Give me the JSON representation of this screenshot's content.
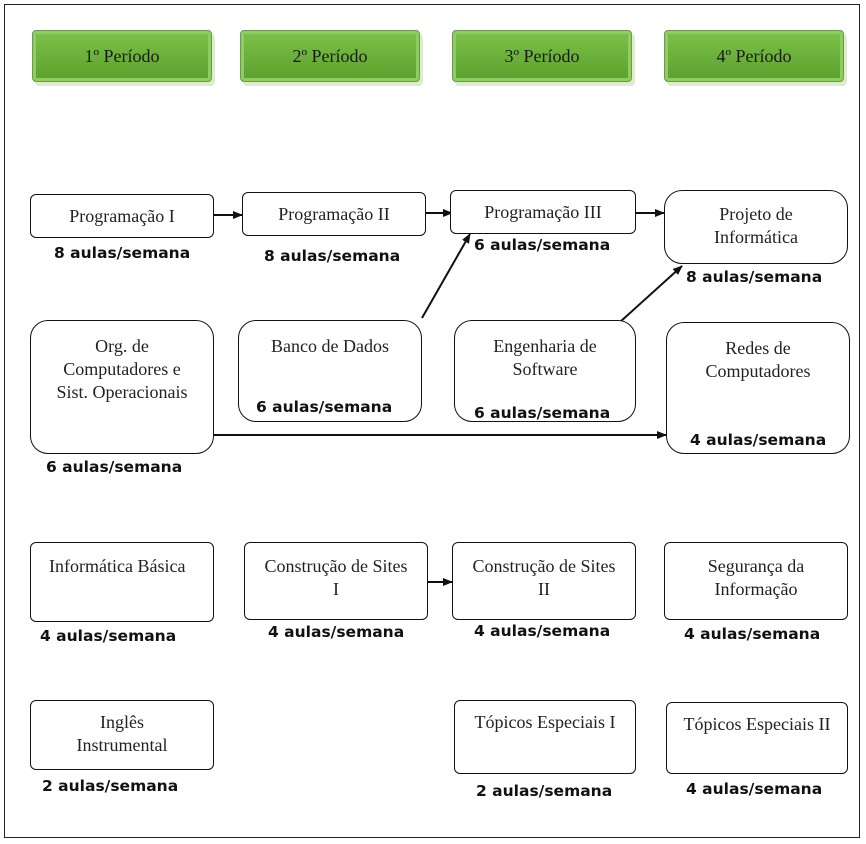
{
  "periods": [
    "1º Período",
    "2º Período",
    "3º Período",
    "4º Período"
  ],
  "courses": {
    "prog1": {
      "title": "Programação I",
      "hours": "8 aulas/semana"
    },
    "prog2": {
      "title": "Programação II",
      "hours": "8 aulas/semana"
    },
    "prog3": {
      "title": "Programação III",
      "hours": "6 aulas/semana"
    },
    "projeto": {
      "title": "Projeto de Informática",
      "hours": "8 aulas/semana"
    },
    "org": {
      "title": "Org. de Computadores e Sist. Operacionais",
      "hours": "6 aulas/semana"
    },
    "banco": {
      "title": "Banco de Dados",
      "hours": "6 aulas/semana"
    },
    "eng": {
      "title": "Engenharia de Software",
      "hours": "6 aulas/semana"
    },
    "redes": {
      "title": "Redes de Computadores",
      "hours": "4 aulas/semana"
    },
    "info": {
      "title": "Informática Básica",
      "hours": "4 aulas/semana"
    },
    "sites1": {
      "title": "Construção de Sites I",
      "hours": "4 aulas/semana"
    },
    "sites2": {
      "title": "Construção de Sites II",
      "hours": "4 aulas/semana"
    },
    "seg": {
      "title": "Segurança da Informação",
      "hours": "4 aulas/semana"
    },
    "ingles": {
      "title": "Inglês Instrumental",
      "hours": "2 aulas/semana"
    },
    "top1": {
      "title": "Tópicos Especiais I",
      "hours": "2 aulas/semana"
    },
    "top2": {
      "title": "Tópicos Especiais II",
      "hours": "4 aulas/semana"
    }
  },
  "colors": {
    "period_fill": "#6cb33f",
    "border": "#111111"
  }
}
